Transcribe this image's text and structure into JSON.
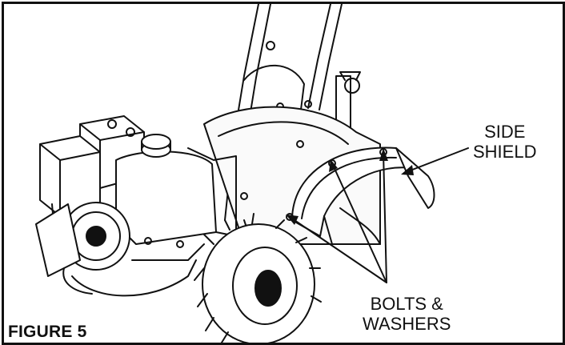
{
  "figure": {
    "label": "FIGURE 5",
    "callouts": {
      "side_shield_line1": "SIDE",
      "side_shield_line2": "SHIELD",
      "bolts_line1": "BOLTS &",
      "bolts_line2": "WASHERS"
    },
    "colors": {
      "ink": "#111111",
      "paper": "#ffffff"
    }
  }
}
